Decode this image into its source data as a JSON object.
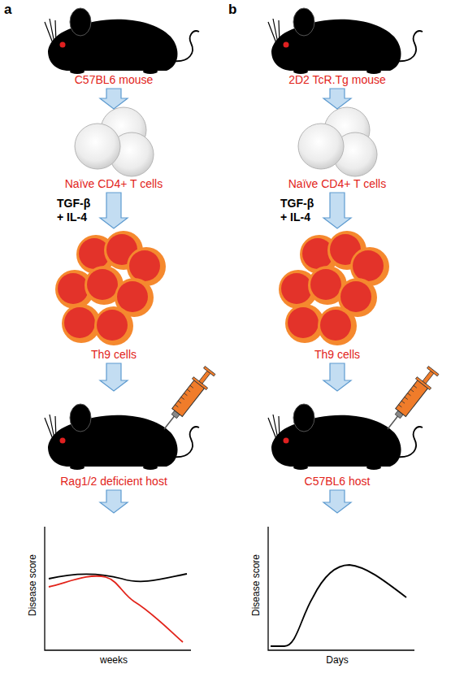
{
  "diagram": {
    "nodes": [
      {
        "text": [
          "C57BL6 mouse"
        ]
      },
      {
        "text": [
          "Naïve CD4+ T cells"
        ]
      },
      {
        "text": [
          "Th9 cells"
        ]
      },
      {
        "text": [
          "Rag1/2 deficient host"
        ]
      },
      {
        "text": [
          "Disease score",
          "weeks"
        ]
      },
      {
        "text": [
          "2D2 TcR.Tg mouse"
        ]
      },
      {
        "text": [
          "Naïve CD4+ T cells"
        ]
      },
      {
        "text": [
          "Th9 cells"
        ]
      },
      {
        "text": [
          "C57BL6 host"
        ]
      },
      {
        "text": [
          "Disease score",
          "Days"
        ]
      }
    ],
    "edges": [
      {
        "from": 0,
        "to": 1,
        "arrow": "to"
      },
      {
        "from": 1,
        "to": 2,
        "arrow": "to",
        "label": "TGF-β + IL-4"
      },
      {
        "from": 2,
        "to": 3,
        "arrow": "to"
      },
      {
        "from": 3,
        "to": 4,
        "arrow": "to"
      },
      {
        "from": 5,
        "to": 6,
        "arrow": "to"
      },
      {
        "from": 6,
        "to": 7,
        "arrow": "to",
        "label": "TGF-β + IL-4"
      },
      {
        "from": 7,
        "to": 8,
        "arrow": "to"
      },
      {
        "from": 8,
        "to": 9,
        "arrow": "to"
      }
    ],
    "labels": [
      "a",
      "b"
    ]
  }
}
